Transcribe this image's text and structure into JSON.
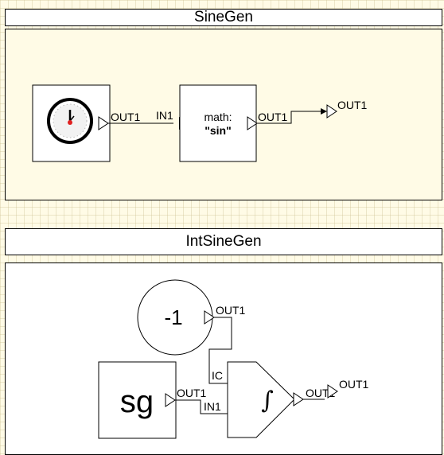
{
  "panels": [
    {
      "title": "SineGen",
      "blocks": {
        "clock": {
          "icon": "clock-icon",
          "port_out": "OUT1"
        },
        "math": {
          "line1": "math:",
          "line2": "\"sin\"",
          "port_in": "IN1",
          "port_out": "OUT1"
        },
        "outport": {
          "label": "OUT1"
        }
      }
    },
    {
      "title": "IntSineGen",
      "blocks": {
        "constant": {
          "value": "-1",
          "port_out": "OUT1"
        },
        "sg": {
          "label": "sg",
          "port_out": "OUT1"
        },
        "integrator": {
          "symbol": "∫",
          "port_ic": "IC",
          "port_in": "IN1",
          "port_out": "OUT1"
        },
        "outport": {
          "label": "OUT1"
        }
      }
    }
  ],
  "colors": {
    "background": "#fffbe6",
    "block_fill": "#ffffff",
    "stroke": "#000000",
    "clock_hand": "#e02020"
  }
}
